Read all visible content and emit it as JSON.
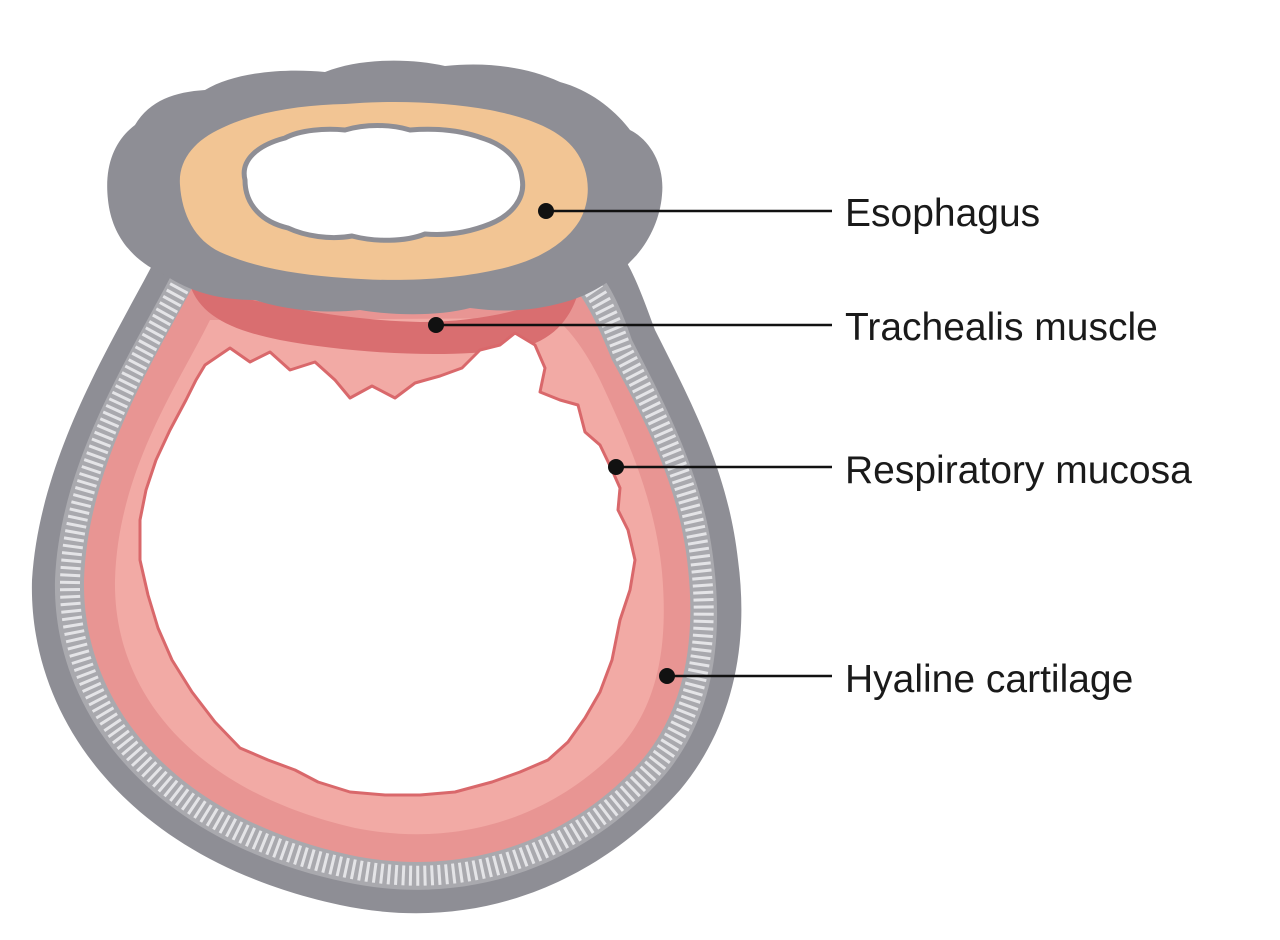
{
  "labels": {
    "esophagus": "Esophagus",
    "trachealis": "Trachealis muscle",
    "mucosa": "Respiratory mucosa",
    "cartilage": "Hyaline cartilage"
  },
  "colors": {
    "background": "#ffffff",
    "adventitia": "#8e8e95",
    "adventitia_light": "#a7a7ad",
    "cartilage_band": "#a9a9ae",
    "cartilage_stripe": "#e4e4e7",
    "mucosa": "#e89593",
    "mucosa_inner": "#f4b8b1",
    "mucosa_edge": "#d9686b",
    "trachealis": "#d96e70",
    "esophagus_wall": "#f2c594",
    "esophagus_inner": "#f7b8a8",
    "lumen": "#ffffff",
    "leader": "#111111"
  }
}
